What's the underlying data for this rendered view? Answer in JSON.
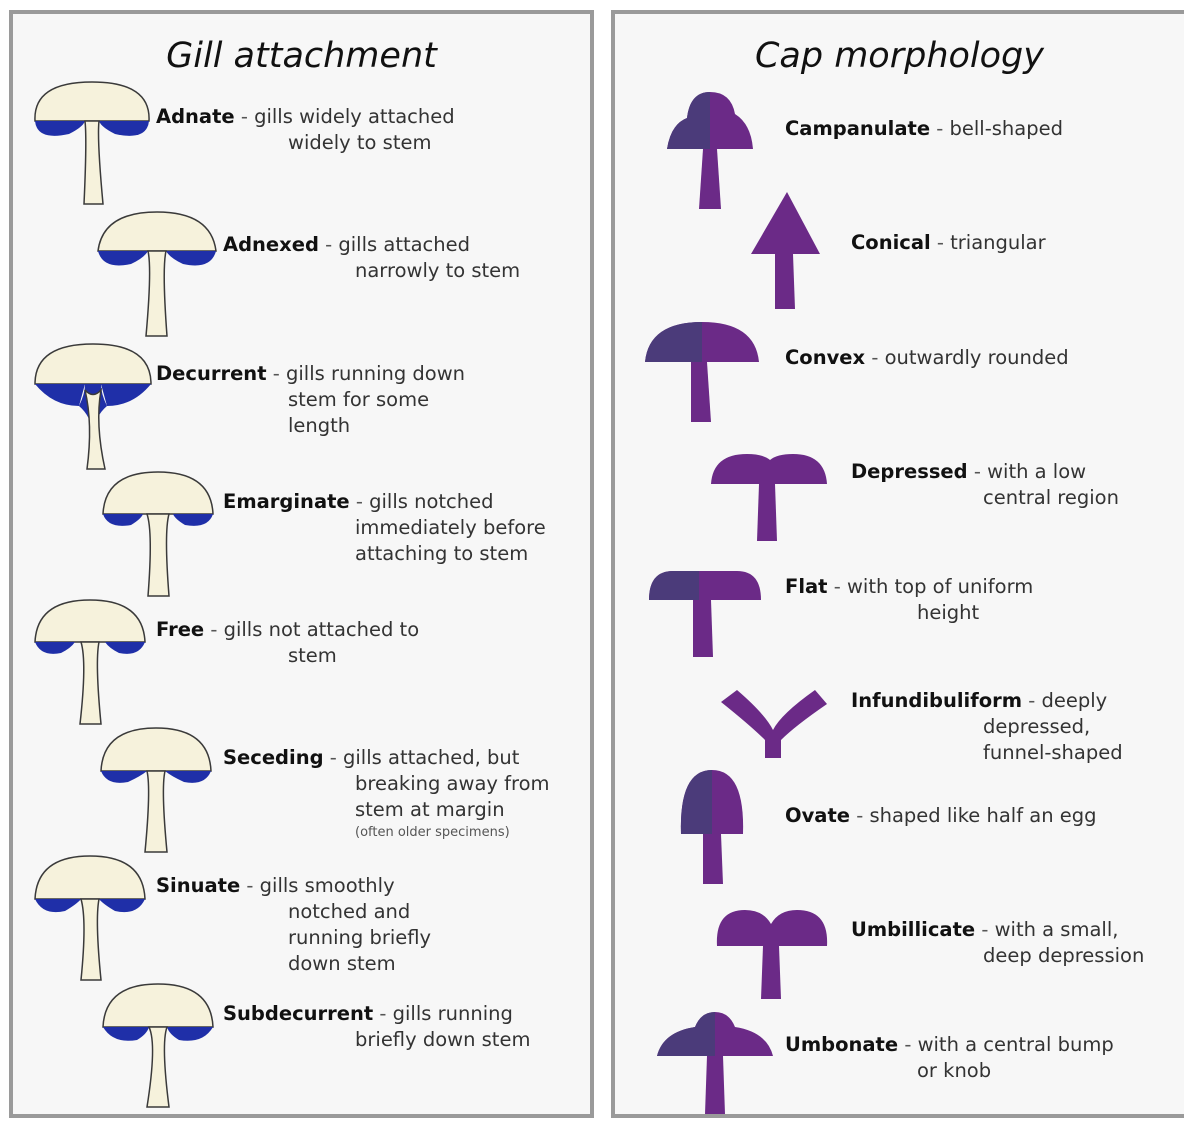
{
  "gill": {
    "title": "Gill attachment",
    "entries": [
      {
        "term": "Adnate",
        "line1": "gills widely attached",
        "rest": [
          "widely to stem"
        ]
      },
      {
        "term": "Adnexed",
        "line1": "gills attached",
        "rest": [
          "narrowly to stem"
        ]
      },
      {
        "term": "Decurrent",
        "line1": "gills running down",
        "rest": [
          "stem for some",
          "length"
        ]
      },
      {
        "term": "Emarginate",
        "line1": "gills notched",
        "rest": [
          "immediately before",
          "attaching to stem"
        ]
      },
      {
        "term": "Free",
        "line1": "gills not attached to",
        "rest": [
          "stem"
        ]
      },
      {
        "term": "Seceding",
        "line1": "gills attached, but",
        "rest": [
          "breaking away from",
          "stem at margin"
        ],
        "note": "(often older specimens)"
      },
      {
        "term": "Sinuate",
        "line1": "gills smoothly",
        "rest": [
          "notched and",
          "running briefly",
          "down stem"
        ]
      },
      {
        "term": "Subdecurrent",
        "line1": "gills running",
        "rest": [
          "briefly down stem"
        ]
      }
    ]
  },
  "cap": {
    "title": "Cap morphology",
    "entries": [
      {
        "term": "Campanulate",
        "line1": "bell-shaped",
        "rest": []
      },
      {
        "term": "Conical",
        "line1": "triangular",
        "rest": []
      },
      {
        "term": "Convex",
        "line1": "outwardly rounded",
        "rest": []
      },
      {
        "term": "Depressed",
        "line1": "with a low",
        "rest": [
          "central region"
        ]
      },
      {
        "term": "Flat",
        "line1": "with top of uniform",
        "rest": [
          "height"
        ]
      },
      {
        "term": "Infundibuliform",
        "line1": "deeply",
        "rest": [
          "depressed,",
          "funnel-shaped"
        ]
      },
      {
        "term": "Ovate",
        "line1": "shaped like half an egg",
        "rest": []
      },
      {
        "term": "Umbillicate",
        "line1": "with a small,",
        "rest": [
          "deep depression"
        ]
      },
      {
        "term": "Umbonate",
        "line1": "with a central bump",
        "rest": [
          "or knob"
        ]
      }
    ]
  },
  "separator": "-",
  "colors": {
    "cap_fill": "#f6f2dc",
    "gill_blue": "#1f2fa8",
    "cap_purple": "#6b2a87",
    "cap_shade": "#4b3b7a",
    "outline": "#3a3a3a"
  }
}
